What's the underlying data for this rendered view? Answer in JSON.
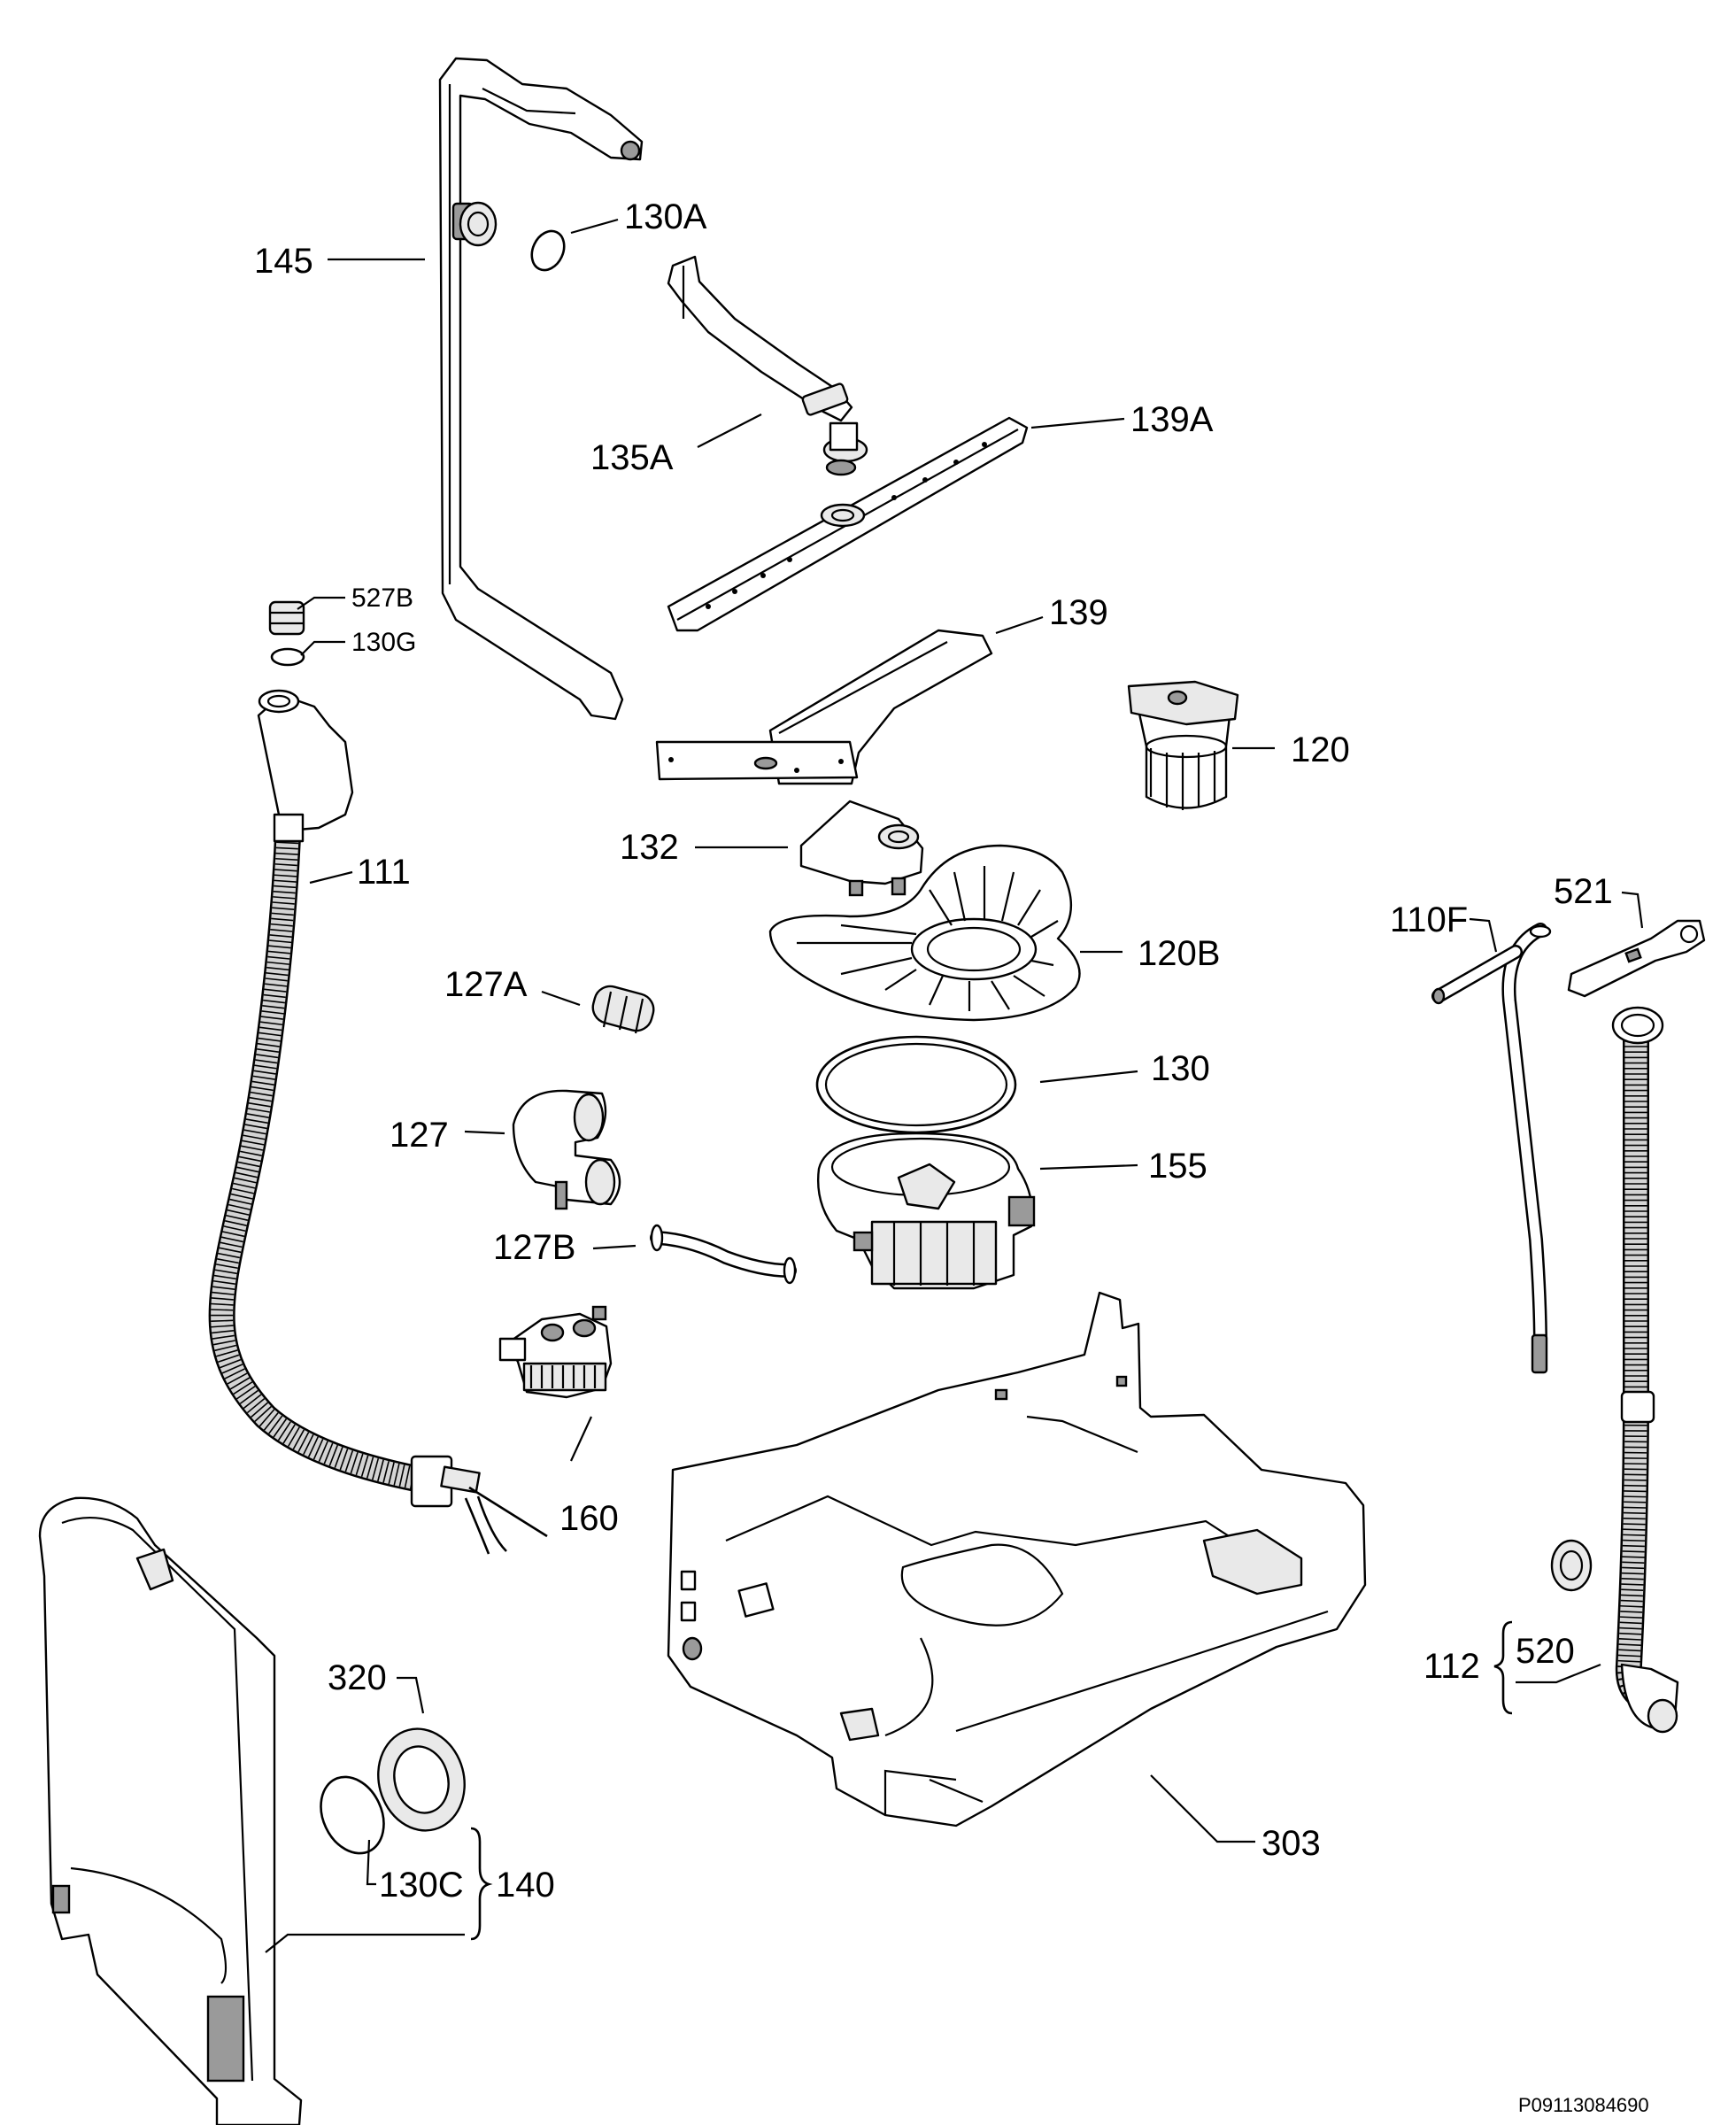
{
  "callouts": {
    "c145": "145",
    "c130A": "130A",
    "c135A": "135A",
    "c139A": "139A",
    "c527B": "527B",
    "c130G": "130G",
    "c139": "139",
    "c120": "120",
    "c111": "111",
    "c132": "132",
    "c120B": "120B",
    "c127A": "127A",
    "c130": "130",
    "c127": "127",
    "c155": "155",
    "c127B": "127B",
    "c160": "160",
    "c110F": "110F",
    "c521": "521",
    "c320": "320",
    "c303": "303",
    "c112": "112",
    "c520": "520",
    "c130C": "130C",
    "c140": "140"
  },
  "code": "P09113084690"
}
